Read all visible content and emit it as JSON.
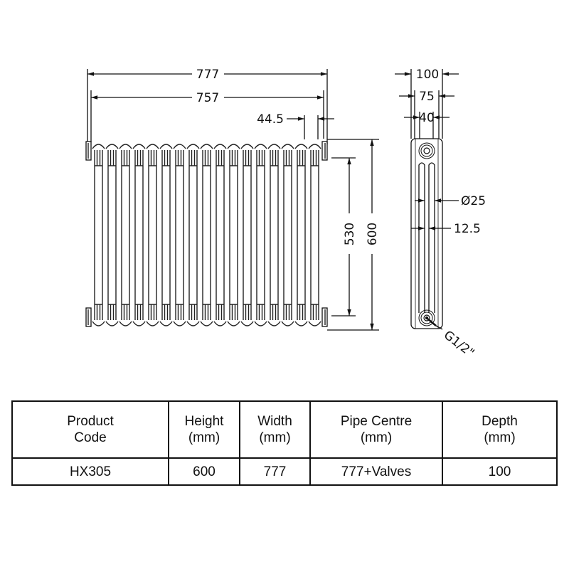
{
  "drawing": {
    "front_view": {
      "section_count": 17,
      "dimensions": {
        "overall_width": "777",
        "width_excl_valves": "757",
        "section_pitch": "44.5",
        "pipe_centre_height": "530",
        "overall_height": "600"
      }
    },
    "side_view": {
      "dimensions": {
        "depth_overall": "100",
        "depth_body": "75",
        "depth_inner": "40",
        "tube_diameter": "Ø25",
        "tube_gap": "12.5",
        "connection_thread": "G1/2\""
      }
    },
    "line_color": "#111111"
  },
  "table": {
    "headers": [
      {
        "line1": "Product",
        "line2": "Code"
      },
      {
        "line1": "Height",
        "line2": "(mm)"
      },
      {
        "line1": "Width",
        "line2": "(mm)"
      },
      {
        "line1": "Pipe Centre",
        "line2": "(mm)"
      },
      {
        "line1": "Depth",
        "line2": "(mm)"
      }
    ],
    "rows": [
      [
        "HX305",
        "600",
        "777",
        "777+Valves",
        "100"
      ]
    ]
  }
}
